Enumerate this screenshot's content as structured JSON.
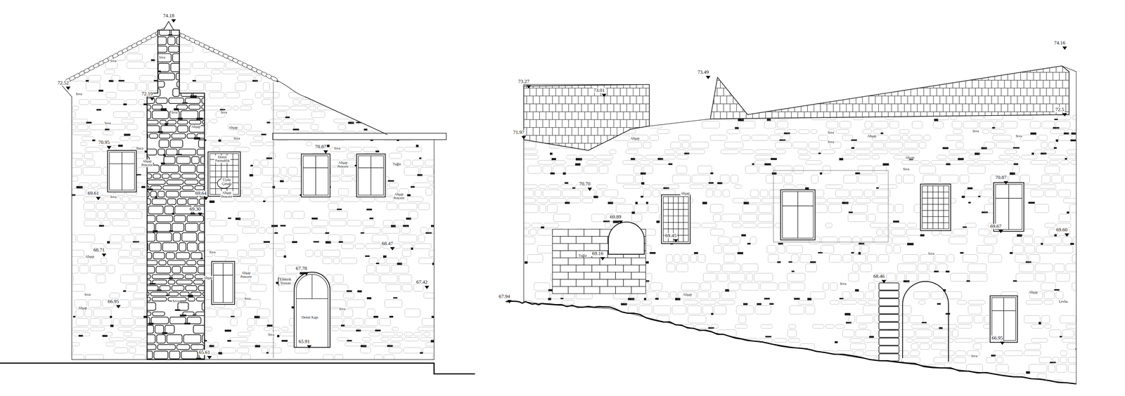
{
  "diagram": {
    "labels": [
      "74.18",
      "Sıva",
      "Sıva",
      "72.52",
      "72.19",
      "Sıva",
      "Sıva",
      "Sıva",
      "Sıva",
      "Ahşap",
      "Ahşap",
      "70.95",
      "Baca",
      "Ahşap Pencere",
      "Sıva",
      "Demir Parmaklık",
      "70.87",
      "Sıva",
      "Ahşap Pencere",
      "Tuğla",
      "Uydu Çanağı",
      "Ahşap Pencere",
      "Ahşap Pencere",
      "69.61",
      "69.64",
      "Sıva",
      "69.30",
      "68.71",
      "68.47",
      "Ahşap",
      "Sıva",
      "Ahşap",
      "Ahşap Pencere",
      "Elektrik Tesisatı",
      "67.78",
      "67.42",
      "Sıva",
      "66.95",
      "Ahşap",
      "Sıva",
      "Sıva",
      "Sıva",
      "Demir Kapı",
      "Sıva",
      "65.91",
      "65.61",
      "74.16",
      "73.27",
      "73.49",
      "73.01",
      "72.5",
      "71.97",
      "Ahşap",
      "Sıva",
      "Ahşap",
      "Sıva",
      "Sıva",
      "Sıva",
      "Ahşap",
      "Sıva",
      "70.87",
      "70.70",
      "Ahşap",
      "69.89",
      "69.67",
      "69.60",
      "69.45",
      "69.16",
      "Tuğla",
      "Sıva",
      "68.46",
      "Sıva",
      "Ahşap",
      "Ahşap",
      "Levha",
      "67.94",
      "66.95",
      "Sıva"
    ]
  }
}
